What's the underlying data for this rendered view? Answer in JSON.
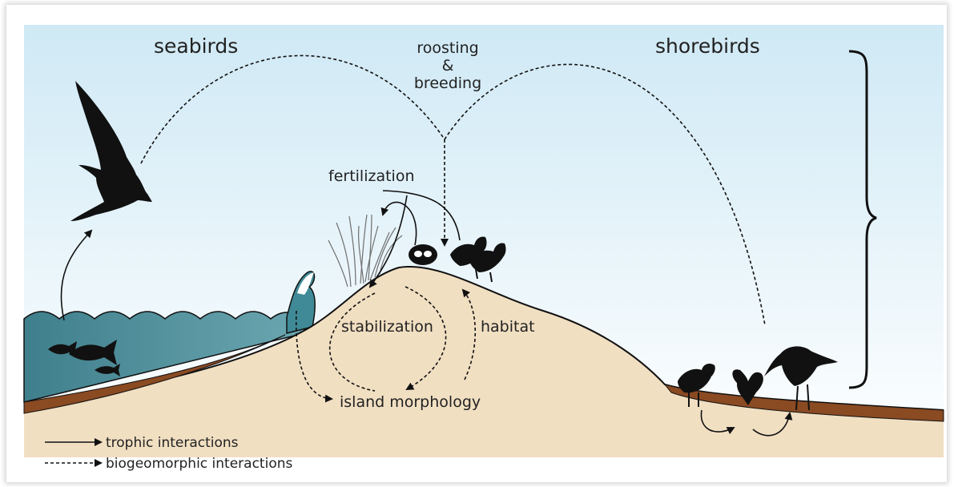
{
  "labels": {
    "seabirds": "seabirds",
    "shorebirds": "shorebirds",
    "roosting": "roosting",
    "ampersand": "&",
    "breeding": "breeding",
    "fertilization": "fertilization",
    "stabilization": "stabilization",
    "habitat": "habitat",
    "island_morphology": "island morphology"
  },
  "legend": {
    "trophic": "trophic interactions",
    "biogeomorphic": "biogeomorphic interactions"
  },
  "colors": {
    "sky_top": "#cfe9f5",
    "sky_bottom": "#ffffff",
    "water_left": "#3f7f8c",
    "water_right": "#6aa6b0",
    "sand": "#f1dfc2",
    "sediment": "#8a4a22",
    "ink": "#111111"
  }
}
